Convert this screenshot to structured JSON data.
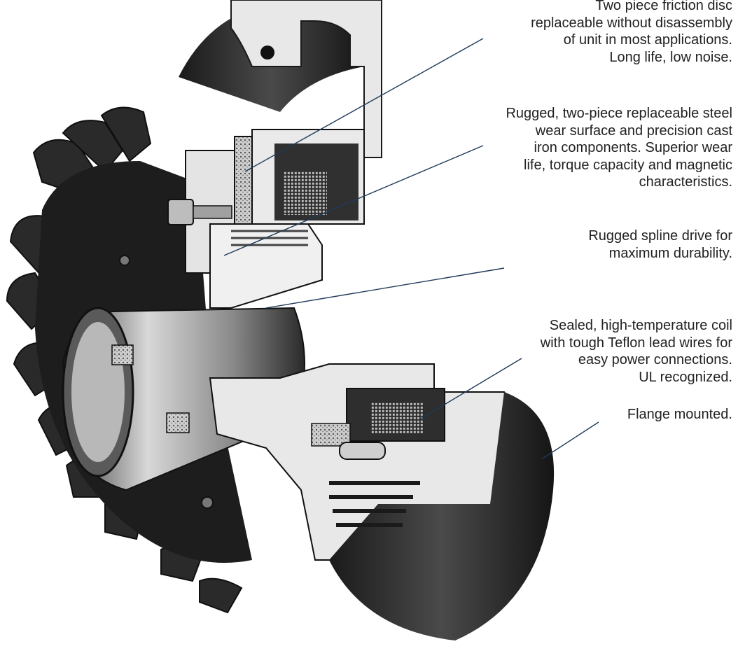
{
  "callouts": [
    {
      "id": "friction-disc",
      "lines": [
        "Two piece friction disc",
        "replaceable without disassembly",
        "of unit in most applications.",
        "Long life, low noise."
      ]
    },
    {
      "id": "wear-surface",
      "lines": [
        "Rugged, two-piece replaceable steel",
        "wear surface and precision cast",
        "iron components. Superior wear",
        "life, torque capacity and magnetic",
        "characteristics."
      ]
    },
    {
      "id": "spline-drive",
      "lines": [
        "Rugged spline drive for",
        "maximum durability."
      ]
    },
    {
      "id": "coil",
      "lines": [
        "Sealed, high-temperature coil",
        "with tough Teflon lead wires for",
        "easy power connections.",
        "UL recognized."
      ]
    },
    {
      "id": "flange",
      "lines": [
        "Flange mounted."
      ]
    }
  ],
  "colors": {
    "leader": "#1f3a5a",
    "text": "#222222"
  }
}
